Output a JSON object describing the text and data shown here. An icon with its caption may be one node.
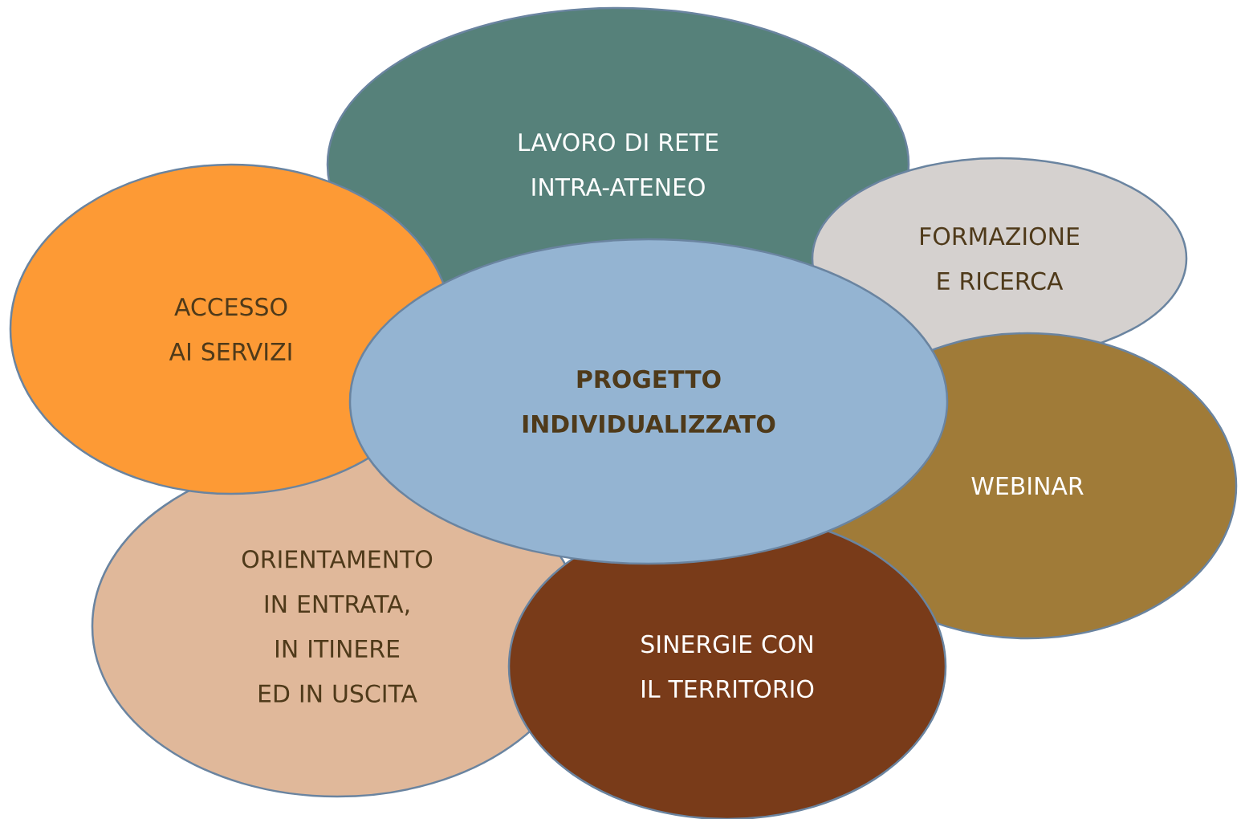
{
  "diagram": {
    "nodes": [
      {
        "text": [
          "LAVORO DI RETE INTRA-ATENEO"
        ]
      },
      {
        "text": [
          "FORMAZIONE E RICERCA"
        ]
      },
      {
        "text": [
          "ACCESSO AI SERVIZI"
        ]
      },
      {
        "text": [
          "PROGETTO INDIVIDUALIZZATO"
        ]
      },
      {
        "text": [
          "WEBINAR"
        ]
      },
      {
        "text": [
          "ORIENTAMENTO IN ENTRATA, IN ITINERE ED IN USCITA"
        ]
      },
      {
        "text": [
          "SINERGIE CON IL TERRITORIO"
        ]
      }
    ]
  }
}
